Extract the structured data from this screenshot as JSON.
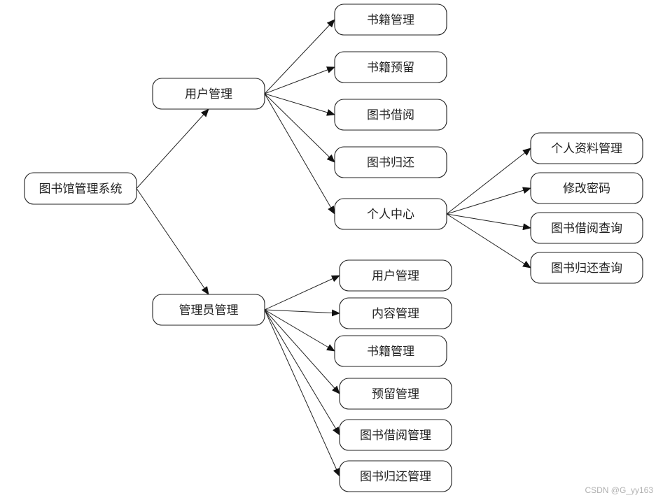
{
  "nodes": {
    "root": "图书馆管理系统",
    "user_mgmt": "用户管理",
    "admin_mgmt": "管理员管理",
    "u_book_mgmt": "书籍管理",
    "u_book_reserve": "书籍预留",
    "u_borrow": "图书借阅",
    "u_return": "图书归还",
    "u_personal_center": "个人中心",
    "pc_profile": "个人资料管理",
    "pc_password": "修改密码",
    "pc_borrow_query": "图书借阅查询",
    "pc_return_query": "图书归还查询",
    "a_user_mgmt": "用户管理",
    "a_content_mgmt": "内容管理",
    "a_book_mgmt": "书籍管理",
    "a_reserve_mgmt": "预留管理",
    "a_borrow_mgmt": "图书借阅管理",
    "a_return_mgmt": "图书归还管理"
  },
  "edges": [
    [
      "root",
      "user_mgmt"
    ],
    [
      "root",
      "admin_mgmt"
    ],
    [
      "user_mgmt",
      "u_book_mgmt"
    ],
    [
      "user_mgmt",
      "u_book_reserve"
    ],
    [
      "user_mgmt",
      "u_borrow"
    ],
    [
      "user_mgmt",
      "u_return"
    ],
    [
      "user_mgmt",
      "u_personal_center"
    ],
    [
      "u_personal_center",
      "pc_profile"
    ],
    [
      "u_personal_center",
      "pc_password"
    ],
    [
      "u_personal_center",
      "pc_borrow_query"
    ],
    [
      "u_personal_center",
      "pc_return_query"
    ],
    [
      "admin_mgmt",
      "a_user_mgmt"
    ],
    [
      "admin_mgmt",
      "a_content_mgmt"
    ],
    [
      "admin_mgmt",
      "a_book_mgmt"
    ],
    [
      "admin_mgmt",
      "a_reserve_mgmt"
    ],
    [
      "admin_mgmt",
      "a_borrow_mgmt"
    ],
    [
      "admin_mgmt",
      "a_return_mgmt"
    ]
  ],
  "watermark": "CSDN @G_yy163"
}
